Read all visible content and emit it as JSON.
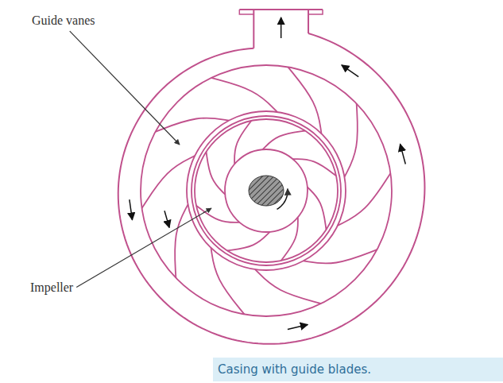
{
  "diagram": {
    "caption": "Casing with guide blades.",
    "labels": [
      "Guide vanes",
      "Impeller"
    ]
  }
}
